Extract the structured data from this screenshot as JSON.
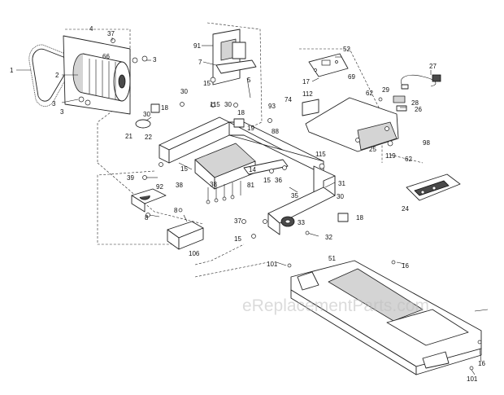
{
  "watermark": "eReplacementParts.com",
  "callouts": [
    "1",
    "2",
    "3",
    "3",
    "4",
    "66",
    "37",
    "3",
    "91",
    "7",
    "15",
    "5",
    "52",
    "17",
    "69",
    "27",
    "62",
    "29",
    "28",
    "26",
    "112",
    "30",
    "18",
    "115",
    "30",
    "30",
    "22",
    "21",
    "15",
    "18",
    "19",
    "93",
    "88",
    "74",
    "25",
    "119",
    "98",
    "62",
    "115",
    "14",
    "15",
    "36",
    "31",
    "39",
    "92",
    "38",
    "38",
    "81",
    "35",
    "8",
    "8",
    "30",
    "37",
    "33",
    "15",
    "32",
    "18",
    "106",
    "101",
    "51",
    "16",
    "16",
    "101",
    "24"
  ],
  "colors": {
    "line": "#222222",
    "shade": "#d4d4d4",
    "dark": "#4a4a4a",
    "watermark": "#bdbdbd"
  }
}
